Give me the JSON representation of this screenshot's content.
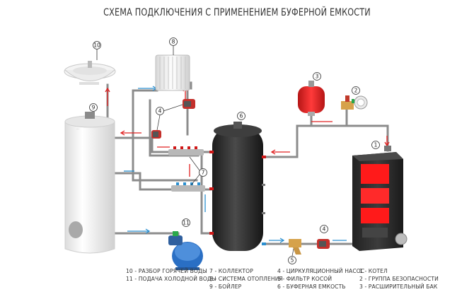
{
  "title": "СХЕМА ПОДКЛЮЧЕНИЯ С ПРИМЕНЕНИЕМ БУФЕРНОЙ ЕМКОСТИ",
  "callouts": {
    "c1": "1",
    "c2": "2",
    "c3": "3",
    "c4a": "4",
    "c4b": "4",
    "c5": "5",
    "c6": "6",
    "c7": "7",
    "c8": "8",
    "c9": "9",
    "c10": "10",
    "c11": "11"
  },
  "legend": {
    "col1": [
      "10 - РАЗБОР ГОРЯЧЕЙ ВОДЫ",
      "11 - ПОДАЧА ХОЛОДНОЙ ВОДЫ"
    ],
    "col2": [
      "7 - КОЛЛЕКТОР",
      "8 - СИСТЕМА ОТОПЛЕНИЯ",
      "9 - БОЙЛЕР"
    ],
    "col3": [
      "4 - ЦИРКУЛЯЦИОННЫЙ НАСОС",
      "5 - ФИЛЬТР КОСОЙ",
      "6 - БУФЕРНАЯ ЕМКОСТЬ"
    ],
    "col4": [
      "1 - КОТЕЛ",
      "2 - ГРУППА БЕЗОПАСНОСТИ",
      "3 - РАСШИРИТЕЛЬНЫЙ БАК"
    ]
  },
  "colors": {
    "pipe": "#8c8c8c",
    "hot_arrow": "#e02020",
    "cold_arrow": "#2a8fd0",
    "buffer_tank": "#2e2e2e",
    "boiler_body": "#f2f2f2",
    "kotel_body": "#2f2f2f",
    "kotel_flame": "#ff1a1a",
    "expansion_tank": "#e52424",
    "pump_blue": "#1e6fc0"
  }
}
